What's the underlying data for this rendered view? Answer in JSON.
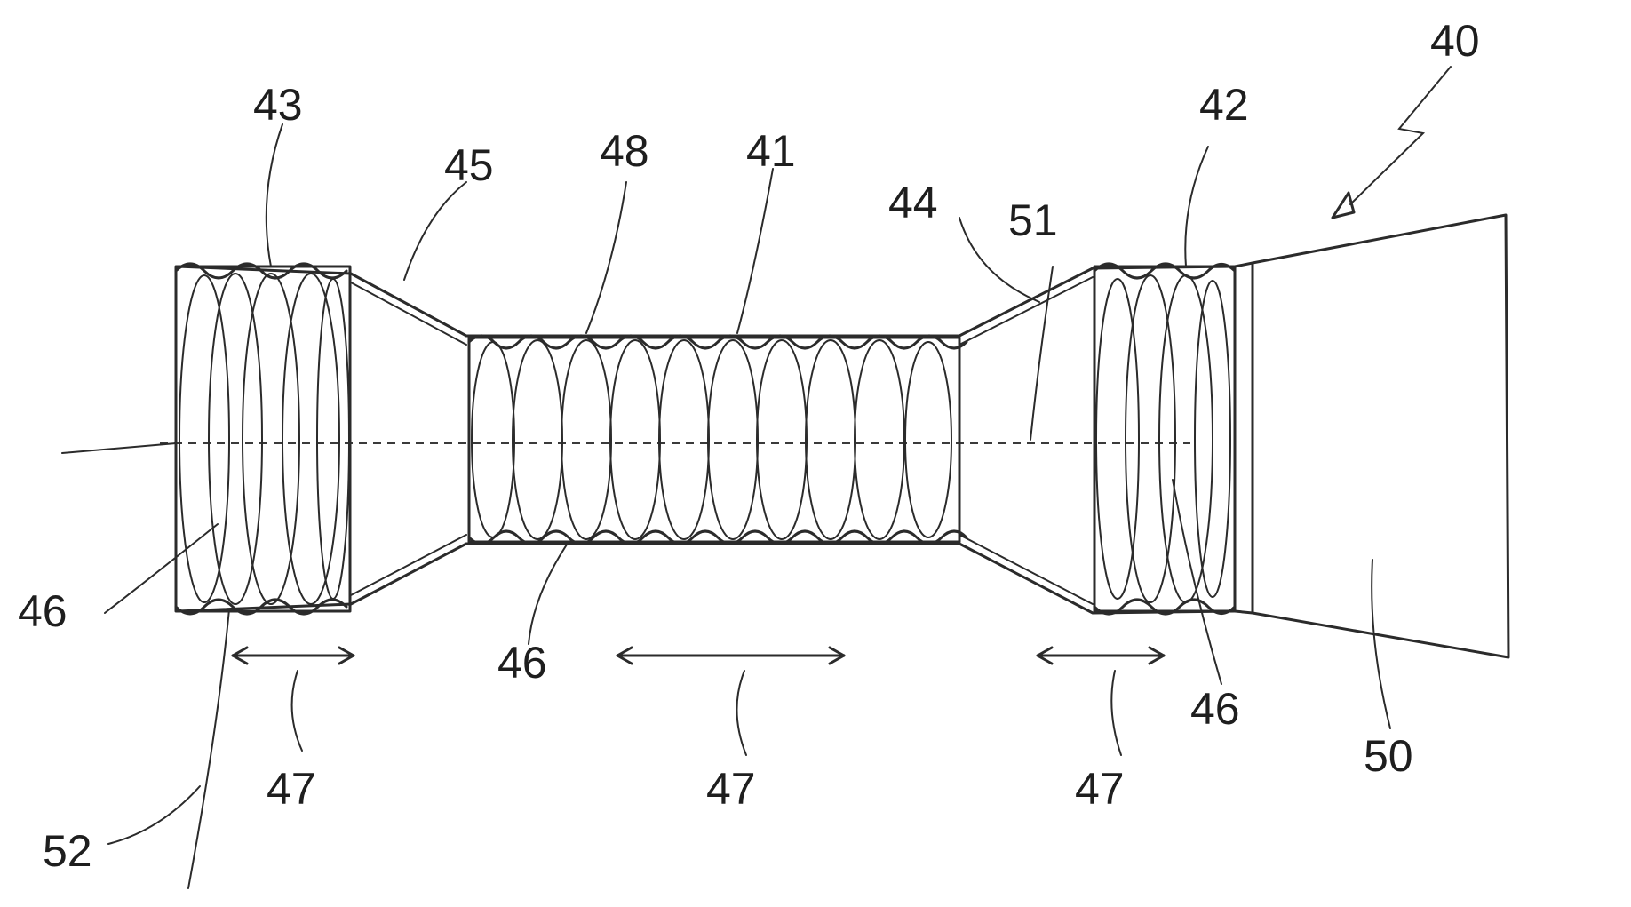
{
  "labels": {
    "n40": "40",
    "n41": "41",
    "n42": "42",
    "n43": "43",
    "n44": "44",
    "n45": "45",
    "n46a": "46",
    "n46b": "46",
    "n46c": "46",
    "n47a": "47",
    "n47b": "47",
    "n47c": "47",
    "n48": "48",
    "n50": "50",
    "n51": "51",
    "n52": "52"
  },
  "colors": {
    "line": "#2b2b2b",
    "background": "#ffffff"
  }
}
